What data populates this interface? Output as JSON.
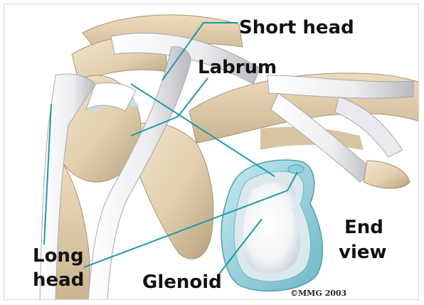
{
  "labels": {
    "short_head": "Short head",
    "labrum": "Labrum",
    "long_head_line1": "Long",
    "long_head_line2": "head",
    "glenoid": "Glenoid",
    "end_view_line1": "End",
    "end_view_line2": "view"
  },
  "copyright": "©MMG 2003",
  "colors": {
    "bone": "#e8d6b8",
    "bone_shadow": "#b5a07c",
    "tendon": "#f4f4f6",
    "tendon_shadow": "#a8a8ae",
    "leader_line": "#1f9aa6",
    "labrum_ring": "#9fd3de"
  }
}
